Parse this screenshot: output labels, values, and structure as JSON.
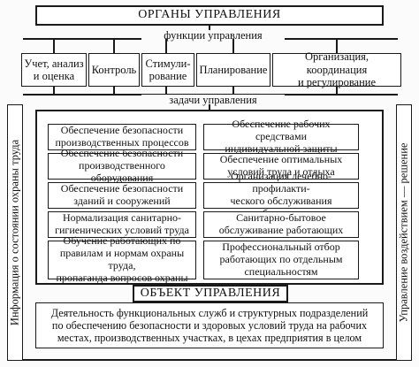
{
  "top": {
    "header": "ОРГАНЫ УПРАВЛЕНИЯ",
    "functions_label": "функции управления",
    "functions": [
      "Учет, анализ\nи оценка",
      "Контроль",
      "Стимули-\nрование",
      "Планирование",
      "Организация, координация\nи регулирование"
    ],
    "tasks_label": "задачи управления"
  },
  "tasks": {
    "left": [
      "Обеспечение безопасности\nпроизводственных процессов",
      "Обеспечение безопасности\nпроизводственного оборудования",
      "Обеспечение безопасности\nзданий и сооружений",
      "Нормализация санитарно-\nгигиенических условий труда",
      "Обучение работающих по\nправилам и нормам охраны труда,\nпропаганда вопросов охраны"
    ],
    "right": [
      "Обеспечение рабочих средствами\nиндивидуальной защиты",
      "Обеспечение оптимальных\nусловий труда и отдыха",
      "Организация лечебно-профилакти-\nческого обслуживания работающих",
      "Санитарно-бытовое\nобслуживание работающих",
      "Профессиональный отбор\nработающих по отдельным\nспециальностям"
    ]
  },
  "object": {
    "header": "ОБЪЕКТ УПРАВЛЕНИЯ",
    "description": "Деятельность функциональных служб и структурных подразделений\nпо обеспечению безопасности и здоровых условий труда на рабочих\nместах, производственных участках, в цехах предприятия в целом"
  },
  "side": {
    "left": "Информация о состоянии охраны труда",
    "right": "Управление воздействием — решение"
  }
}
